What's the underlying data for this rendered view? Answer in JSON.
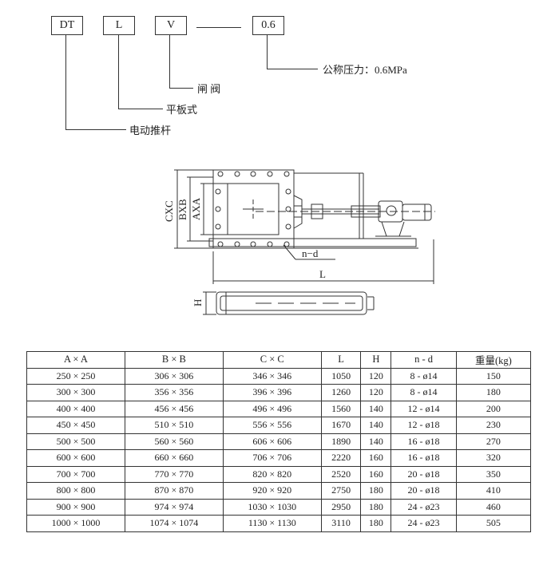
{
  "code_boxes": {
    "dt": "DT",
    "l": "L",
    "v": "V",
    "p": "0.6"
  },
  "code_labels": {
    "pressure": "公称压力：0.6MPa",
    "valve": "闸  阀",
    "plate": "平板式",
    "actuator": "电动推杆"
  },
  "drawing": {
    "dim_cxc": "CXC",
    "dim_bxb": "BXB",
    "dim_axa": "AXA",
    "dim_nd": "n−d",
    "dim_l": "L",
    "dim_h": "H"
  },
  "table": {
    "headers": [
      "A × A",
      "B × B",
      "C × C",
      "L",
      "H",
      "n - d",
      "重量(kg)"
    ],
    "rows": [
      [
        "250 × 250",
        "306 × 306",
        "346 × 346",
        "1050",
        "120",
        "8 - ø14",
        "150"
      ],
      [
        "300 × 300",
        "356 × 356",
        "396 × 396",
        "1260",
        "120",
        "8 - ø14",
        "180"
      ],
      [
        "400 × 400",
        "456 × 456",
        "496 × 496",
        "1560",
        "140",
        "12 - ø14",
        "200"
      ],
      [
        "450 × 450",
        "510 × 510",
        "556 × 556",
        "1670",
        "140",
        "12 - ø18",
        "230"
      ],
      [
        "500 × 500",
        "560 × 560",
        "606 × 606",
        "1890",
        "140",
        "16 - ø18",
        "270"
      ],
      [
        "600 × 600",
        "660 × 660",
        "706 × 706",
        "2220",
        "160",
        "16 - ø18",
        "320"
      ],
      [
        "700 × 700",
        "770 × 770",
        "820 × 820",
        "2520",
        "160",
        "20 - ø18",
        "350"
      ],
      [
        "800 × 800",
        "870 × 870",
        "920 × 920",
        "2750",
        "180",
        "20 - ø18",
        "410"
      ],
      [
        "900 × 900",
        "974 × 974",
        "1030 × 1030",
        "2950",
        "180",
        "24 - ø23",
        "460"
      ],
      [
        "1000 × 1000",
        "1074 × 1074",
        "1130 × 1130",
        "3110",
        "180",
        "24 - ø23",
        "505"
      ]
    ]
  }
}
